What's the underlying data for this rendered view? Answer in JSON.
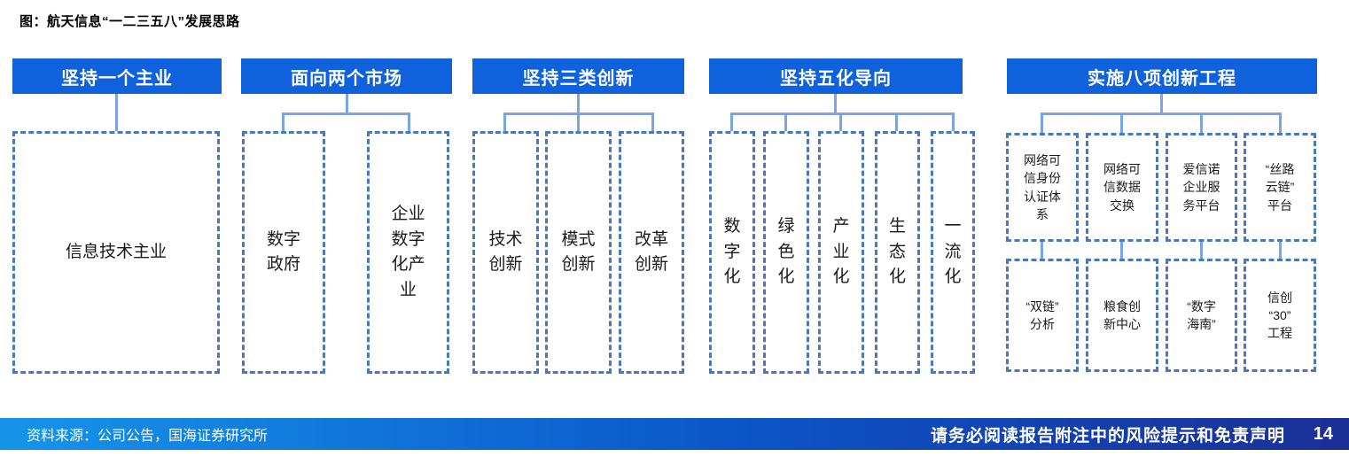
{
  "title": "图：航天信息“一二三五八”发展思路",
  "columns": [
    {
      "header": "坚持一个主业",
      "items": [
        "信息技术主业"
      ]
    },
    {
      "header": "面向两个市场",
      "items": [
        "数字\n政府",
        "企业\n数字\n化产\n业"
      ]
    },
    {
      "header": "坚持三类创新",
      "items": [
        "技术\n创新",
        "模式\n创新",
        "改革\n创新"
      ]
    },
    {
      "header": "坚持五化导向",
      "items": [
        "数\n字\n化",
        "绿\n色\n化",
        "产\n业\n化",
        "生\n态\n化",
        "一\n流\n化"
      ]
    },
    {
      "header": "实施八项创新工程",
      "rows": [
        [
          "网络可\n信身份\n认证体\n系",
          "网络可\n信数据\n交换",
          "爱信诺\n企业服\n务平台",
          "“丝路\n云链”\n平台"
        ],
        [
          "“双链”\n分析",
          "粮食创\n新中心",
          "“数字\n海南”",
          "信创\n“30”\n工程"
        ]
      ]
    }
  ],
  "colors": {
    "header_bg": "#1062DC",
    "box_border": "#4A78BC",
    "connector": "#7AA5E4",
    "footer_gradient_left": "#1694EA",
    "footer_gradient_right": "#1B2F96"
  },
  "footer": {
    "source": "资料来源：公司公告，国海证券研究所",
    "disclaimer": "请务必阅读报告附注中的风险提示和免责声明",
    "page": "14"
  }
}
